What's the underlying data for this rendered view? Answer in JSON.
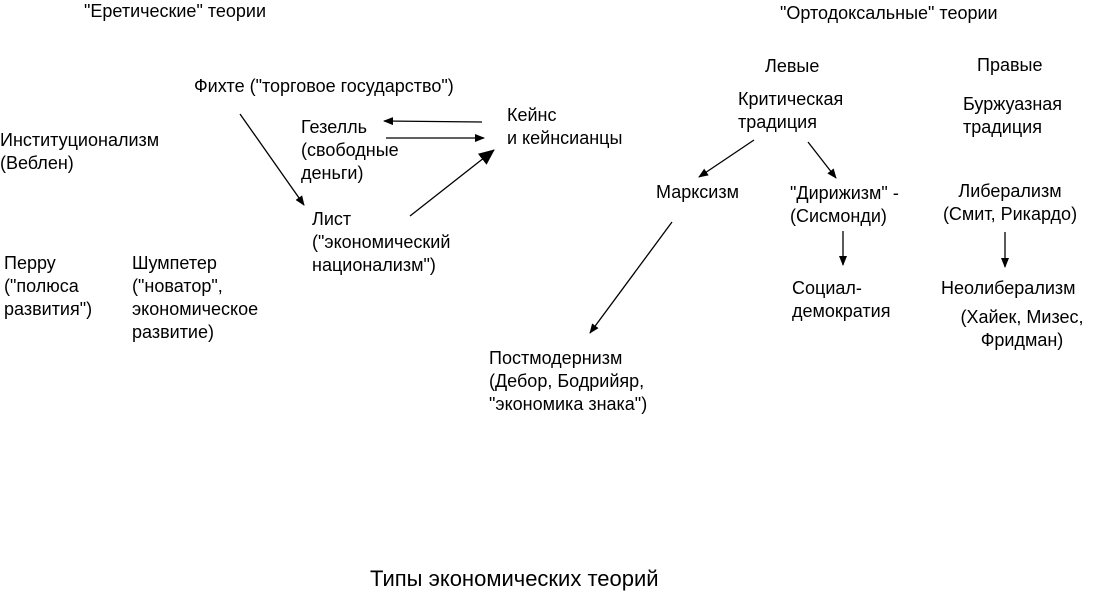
{
  "headers": {
    "heretic": "\"Еретические\" теории",
    "orthodox": "\"Ортодоксальные\" теории",
    "left": "Левые",
    "right": "Правые"
  },
  "heretic_nodes": {
    "fichte": "Фихте (\"торговое государство\")",
    "institutionalism": "Институционализм\n(Веблен)",
    "gesell": "Гезелль\n(свободные\nденьги)",
    "keynes": "Кейнс\nи кейнсианцы",
    "list": "Лист\n(\"экономический\nнационализм\")",
    "perroux": "Перру\n(\"полюса\nразвития\")",
    "schumpeter": "Шумпетер\n(\"новатор\",\nэкономическое\nразвитие)"
  },
  "orthodox_nodes": {
    "critical_tradition": "Критическая\nтрадиция",
    "marxism": "Марксизм",
    "dirigisme": "\"Дирижизм\" -\n(Сисмонди)",
    "social_democracy": "Социал-\nдемократия",
    "postmodernism": "Постмодернизм\n(Дебор, Бодрийяр,\n\"экономика знака\")",
    "bourgeois_tradition": "Буржуазная\nтрадиция",
    "liberalism": "Либерализм\n(Смит, Рикардо)",
    "neoliberalism_title": "Неолиберализм",
    "neoliberalism_names": "(Хайек, Мизес,\nФридман)"
  },
  "caption": "Типы экономических теорий",
  "colors": {
    "ink": "#000000",
    "background": "#ffffff"
  }
}
